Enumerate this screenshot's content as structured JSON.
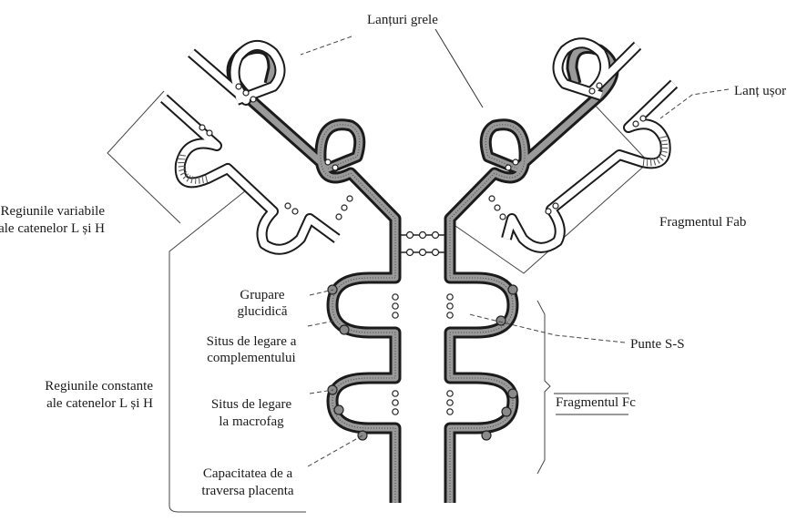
{
  "labels": {
    "lanturi_grele": "Lanțuri grele",
    "lant_usor": "Lanț ușor",
    "regiunile_variabile_1": "Regiunile variabile",
    "regiunile_variabile_2": "ale catenelor L și H",
    "fragmentul_fab": "Fragmentul Fab",
    "grupare_glucidica_1": "Grupare",
    "grupare_glucidica_2": "glucidică",
    "situs_complement_1": "Situs de legare a",
    "situs_complement_2": "complementului",
    "punte_ss": "Punte S-S",
    "regiunile_constante_1": "Regiunile constante",
    "regiunile_constante_2": "ale catenelor L și H",
    "situs_macrofag_1": "Situs de legare",
    "situs_macrofag_2": "la macrofag",
    "fragmentul_fc": "Fragmentul Fc",
    "capacitatea_1": "Capacitatea de a",
    "capacitatea_2": "traversa placenta"
  },
  "colors": {
    "ink": "#1a1a1a",
    "heavy_chain_fill": "#9a9a9a",
    "light_chain_fill": "#ffffff"
  }
}
